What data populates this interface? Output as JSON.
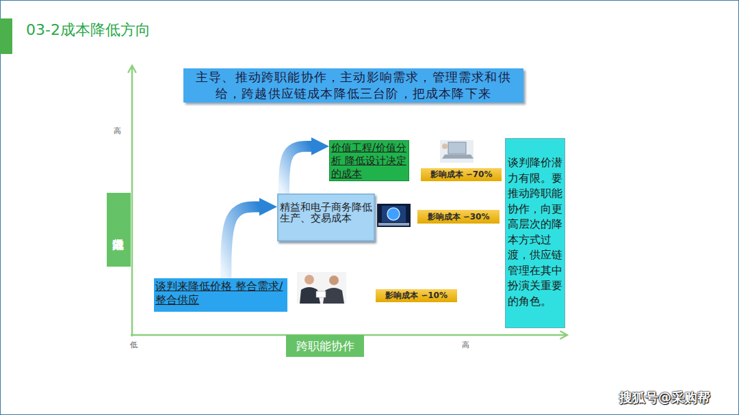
{
  "diagram": {
    "title": "03-2成本降低方向",
    "nodes": [
      {
        "text": [
          "主导、推动跨职能协作，主动影响需求，管理需求和供给，跨越供应链成本降低三台阶，把成本降下来"
        ]
      },
      {
        "text": [
          "价值工程/价值分析 降低设计决定的成本"
        ]
      },
      {
        "text": [
          "影响成本 ∽70%"
        ]
      },
      {
        "text": [
          "谈判降价潜力有限。要推动跨职能协作，向更高层次的降本方式过渡，供应链管理在其中扮演关重要的角色。"
        ]
      },
      {
        "text": [
          "降低成本潜力"
        ]
      },
      {
        "text": [
          "精益和电子商务降低生产、交易成本"
        ]
      },
      {
        "text": [
          "影响成本 ∽30%"
        ]
      },
      {
        "text": [
          "谈判来降低价格 整合需求/整合供应"
        ]
      },
      {
        "text": [
          "影响成本 ∽10%"
        ]
      },
      {
        "text": [
          "跨职能协作"
        ]
      }
    ],
    "edges": [
      {
        "from": 7,
        "to": 5,
        "arrow": "to"
      },
      {
        "from": 5,
        "to": 1,
        "arrow": "to"
      }
    ],
    "labels": [
      "高",
      "低",
      "高",
      "搜狐号@采购帮"
    ]
  }
}
